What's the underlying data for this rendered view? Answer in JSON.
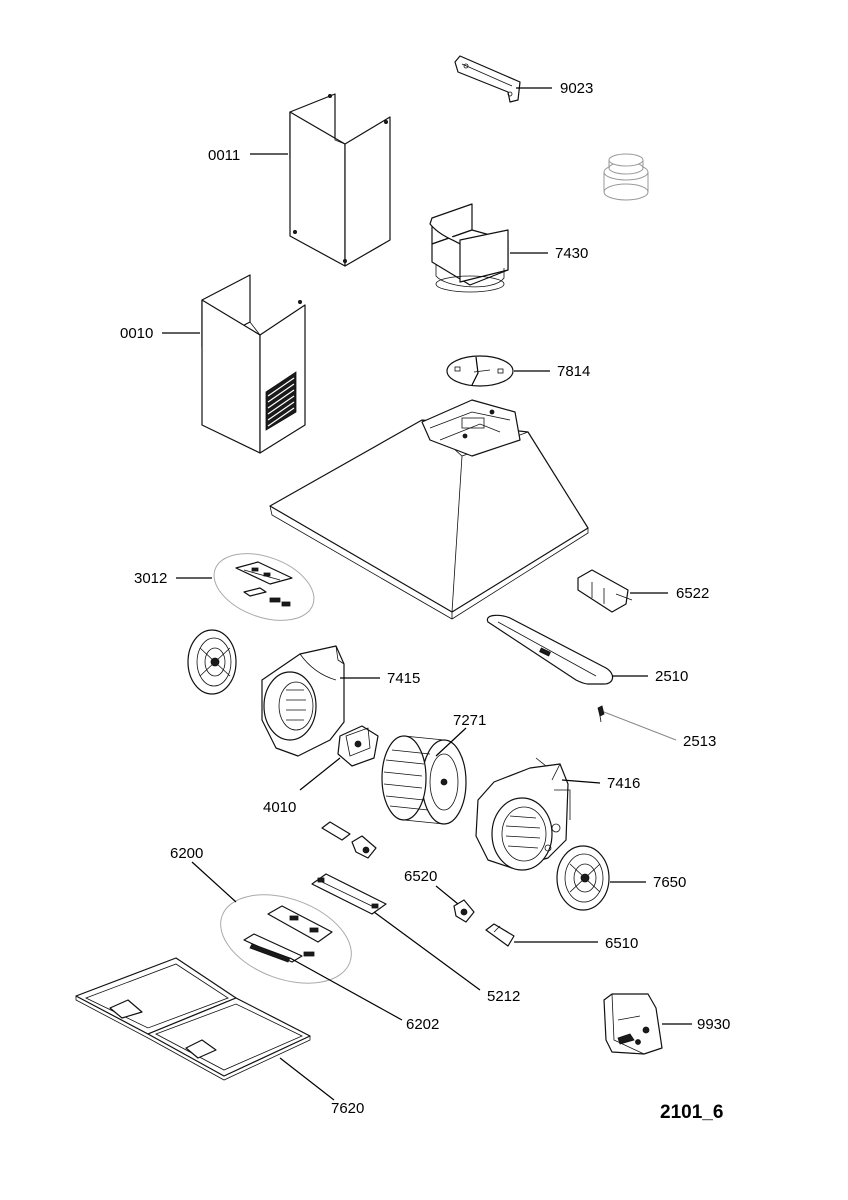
{
  "diagram_code": "2101_6",
  "parts": {
    "p9023": "9023",
    "p0011": "0011",
    "p7430": "7430",
    "p0010": "0010",
    "p7814": "7814",
    "p3012": "3012",
    "p6522": "6522",
    "p7415": "7415",
    "p2510": "2510",
    "p7271": "7271",
    "p2513": "2513",
    "p7416": "7416",
    "p4010": "4010",
    "p6200": "6200",
    "p6520": "6520",
    "p7650": "7650",
    "p6510": "6510",
    "p5212": "5212",
    "p9930": "9930",
    "p6202": "6202",
    "p7620": "7620"
  }
}
